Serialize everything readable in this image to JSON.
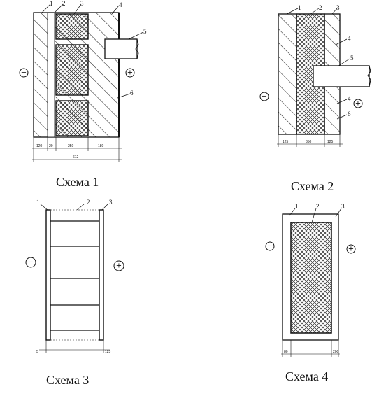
{
  "schemes": [
    {
      "caption": "Схема 1",
      "layer_labels": [
        "1",
        "2",
        "3",
        "4",
        "5",
        "6"
      ],
      "dims": [
        "120",
        "20",
        "250",
        "180"
      ],
      "total_dim": "612",
      "minus_sign": "−",
      "plus_sign": "+"
    },
    {
      "caption": "Схема 2",
      "layer_labels": [
        "1",
        "2",
        "3",
        "4",
        "5",
        "4",
        "6"
      ],
      "dims": [
        "125",
        "350",
        "125"
      ],
      "minus_sign": "−",
      "plus_sign": "+"
    },
    {
      "caption": "Схема 3",
      "layer_labels": [
        "1",
        "2",
        "3"
      ],
      "dims": [
        "5",
        "125"
      ],
      "minus_sign": "−",
      "plus_sign": "+"
    },
    {
      "caption": "Схема 4",
      "layer_labels": [
        "1",
        "2",
        "3"
      ],
      "dims": [
        "80",
        "200"
      ],
      "minus_sign": "−",
      "plus_sign": "+"
    }
  ]
}
